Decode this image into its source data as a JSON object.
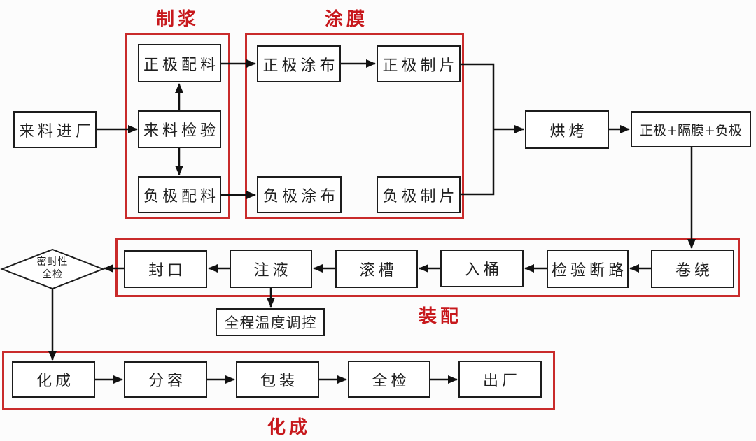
{
  "groups": {
    "pulping": {
      "label": "制浆"
    },
    "coating": {
      "label": "涂膜"
    },
    "assembly": {
      "label": "装配"
    },
    "formation": {
      "label": "化成"
    }
  },
  "nodes": {
    "incoming_material": "来料进厂",
    "cathode_batching": "正极配料",
    "incoming_inspection": "来料检验",
    "anode_batching": "负极配料",
    "cathode_coating": "正极涂布",
    "cathode_sheeting": "正极制片",
    "anode_coating": "负极涂布",
    "anode_sheeting": "负极制片",
    "baking": "烘烤",
    "electrode_stack": "正极+隔膜+负极",
    "winding": "卷绕",
    "circuit_inspection": "检验断路",
    "canning": "入桶",
    "grooving": "滚槽",
    "electrolyte_filling": "注液",
    "sealing": "封口",
    "temperature_control": "全程温度调控",
    "formation_step": "化成",
    "grading": "分容",
    "packaging": "包装",
    "full_inspection": "全检",
    "shipping": "出厂"
  },
  "seal_check": {
    "line1": "密封性",
    "line2": "全检"
  },
  "edges": [
    {
      "from": "来料进厂",
      "to": "来料检验"
    },
    {
      "from": "来料检验",
      "to": "正极配料"
    },
    {
      "from": "来料检验",
      "to": "负极配料"
    },
    {
      "from": "正极配料",
      "to": "正极涂布"
    },
    {
      "from": "负极配料",
      "to": "负极涂布"
    },
    {
      "from": "正极涂布",
      "to": "正极制片"
    },
    {
      "from": "正极制片",
      "to": "烘烤"
    },
    {
      "from": "负极制片",
      "to": "烘烤"
    },
    {
      "from": "烘烤",
      "to": "正极+隔膜+负极"
    },
    {
      "from": "正极+隔膜+负极",
      "to": "卷绕"
    },
    {
      "from": "卷绕",
      "to": "检验断路"
    },
    {
      "from": "检验断路",
      "to": "入桶"
    },
    {
      "from": "入桶",
      "to": "滚槽"
    },
    {
      "from": "滚槽",
      "to": "注液"
    },
    {
      "from": "注液",
      "to": "封口"
    },
    {
      "from": "注液",
      "to": "全程温度调控"
    },
    {
      "from": "封口",
      "to": "密封性全检"
    },
    {
      "from": "密封性全检",
      "to": "化成"
    },
    {
      "from": "化成",
      "to": "分容"
    },
    {
      "from": "分容",
      "to": "包装"
    },
    {
      "from": "包装",
      "to": "全检"
    },
    {
      "from": "全检",
      "to": "出厂"
    }
  ],
  "colors": {
    "group_border": "#c92b2b",
    "group_label": "#c7181c",
    "node_border": "#1c1c1c",
    "arrow": "#111111",
    "background": "#fcfcfc"
  }
}
